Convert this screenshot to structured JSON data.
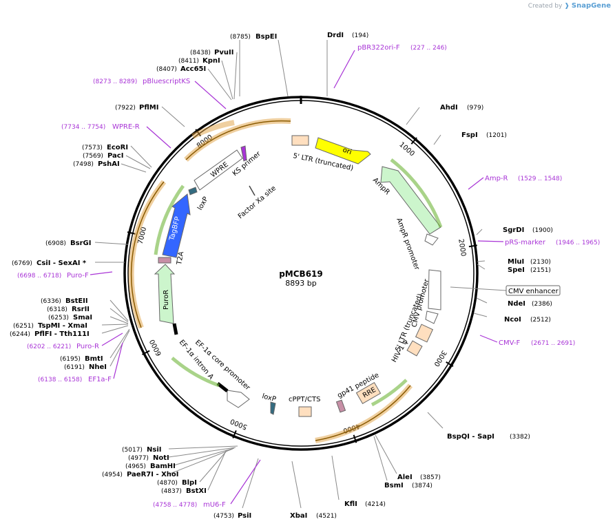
{
  "brand": {
    "created_by": "Created by",
    "name": "SnapGene"
  },
  "plasmid": {
    "name": "pMCB619",
    "length_label": "8893 bp",
    "length": 8893
  },
  "ticks": [
    "1000",
    "2000",
    "3000",
    "4000",
    "5000",
    "6000",
    "7000",
    "8000"
  ],
  "sites": [
    {
      "name": "BspEI",
      "pos": "(8785)",
      "side": "left"
    },
    {
      "name": "PvuII",
      "pos": "(8438)",
      "side": "left"
    },
    {
      "name": "KpnI",
      "pos": "(8411)",
      "side": "left"
    },
    {
      "name": "Acc65I",
      "pos": "(8407)",
      "side": "left"
    },
    {
      "name": "PflMI",
      "pos": "(7922)",
      "side": "left"
    },
    {
      "name": "EcoRI",
      "pos": "(7573)",
      "side": "left"
    },
    {
      "name": "PacI",
      "pos": "(7569)",
      "side": "left"
    },
    {
      "name": "PshAI",
      "pos": "(7498)",
      "side": "left"
    },
    {
      "name": "BsrGI",
      "pos": "(6908)",
      "side": "left"
    },
    {
      "name": "CsiI  - SexAI *",
      "pos": "(6769)",
      "side": "left"
    },
    {
      "name": "BstEII",
      "pos": "(6336)",
      "side": "left"
    },
    {
      "name": "RsrII",
      "pos": "(6318)",
      "side": "left"
    },
    {
      "name": "SmaI",
      "pos": "(6253)",
      "side": "left"
    },
    {
      "name": "TspMI  - XmaI",
      "pos": "(6251)",
      "side": "left"
    },
    {
      "name": "PflFI  - Tth111I",
      "pos": "(6244)",
      "side": "left"
    },
    {
      "name": "BmtI",
      "pos": "(6195)",
      "side": "left"
    },
    {
      "name": "NheI",
      "pos": "(6191)",
      "side": "left"
    },
    {
      "name": "NsiI",
      "pos": "(5017)",
      "side": "left"
    },
    {
      "name": "NotI",
      "pos": "(4977)",
      "side": "left"
    },
    {
      "name": "BamHI",
      "pos": "(4965)",
      "side": "left"
    },
    {
      "name": "PaeR7I  - XhoI",
      "pos": "(4954)",
      "side": "left"
    },
    {
      "name": "BlpI",
      "pos": "(4870)",
      "side": "left"
    },
    {
      "name": "BstXI",
      "pos": "(4837)",
      "side": "left"
    },
    {
      "name": "PsiI",
      "pos": "(4753)",
      "side": "left"
    },
    {
      "name": "XbaI",
      "pos": "(4521)",
      "side": "left"
    },
    {
      "name": "DrdI",
      "pos": "(194)",
      "side": "right"
    },
    {
      "name": "AhdI",
      "pos": "(979)",
      "side": "right"
    },
    {
      "name": "FspI",
      "pos": "(1201)",
      "side": "right"
    },
    {
      "name": "SgrDI",
      "pos": "(1900)",
      "side": "right"
    },
    {
      "name": "MluI",
      "pos": "(2130)",
      "side": "right"
    },
    {
      "name": "SpeI",
      "pos": "(2151)",
      "side": "right"
    },
    {
      "name": "NdeI",
      "pos": "(2386)",
      "side": "right"
    },
    {
      "name": "NcoI",
      "pos": "(2512)",
      "side": "right"
    },
    {
      "name": "BspQI  - SapI",
      "pos": "(3382)",
      "side": "right"
    },
    {
      "name": "AleI",
      "pos": "(3857)",
      "side": "right"
    },
    {
      "name": "BsmI",
      "pos": "(3874)",
      "side": "right"
    },
    {
      "name": "KflI",
      "pos": "(4214)",
      "side": "right"
    }
  ],
  "primers": [
    {
      "name": "pBR322ori-F",
      "range": "(227 .. 246)"
    },
    {
      "name": "pBluescriptKS",
      "range": "(8273 .. 8289)"
    },
    {
      "name": "WPRE-R",
      "range": "(7734 .. 7754)"
    },
    {
      "name": "Amp-R",
      "range": "(1529 .. 1548)"
    },
    {
      "name": "pRS-marker",
      "range": "(1946 .. 1965)"
    },
    {
      "name": "Puro-F",
      "range": "(6698 .. 6718)"
    },
    {
      "name": "Puro-R",
      "range": "(6202 .. 6221)"
    },
    {
      "name": "EF1a-F",
      "range": "(6138 .. 6158)"
    },
    {
      "name": "CMV-F",
      "range": "(2671 .. 2691)"
    },
    {
      "name": "mU6-F",
      "range": "(4758 .. 4778)"
    }
  ],
  "features": [
    {
      "name": "ori"
    },
    {
      "name": "5' LTR (truncated)"
    },
    {
      "name": "AmpR"
    },
    {
      "name": "AmpR promoter"
    },
    {
      "name": "CMV enhancer"
    },
    {
      "name": "CMV promoter"
    },
    {
      "name": "5' LTR (truncated)"
    },
    {
      "name": "HIV-1 ψ"
    },
    {
      "name": "RRE"
    },
    {
      "name": "gp41 peptide"
    },
    {
      "name": "cPPT/CTS"
    },
    {
      "name": "loxP"
    },
    {
      "name": "EF-1α core promoter"
    },
    {
      "name": "EF-1α intron A"
    },
    {
      "name": "PuroR"
    },
    {
      "name": "T2A"
    },
    {
      "name": "TagBFP"
    },
    {
      "name": "loxP"
    },
    {
      "name": "WPRE"
    },
    {
      "name": "KS primer"
    },
    {
      "name": "Factor Xa site"
    }
  ],
  "colors": {
    "backbone": "#000000",
    "primer": "#a833d6",
    "ori": "#ffff00",
    "amp": "#ccf5cc",
    "ltr": "#ffdfbf",
    "tagbfp": "#3366ff",
    "orf_orange": "#e0a040",
    "orf_green": "#6fb53a",
    "t2a": "#c78fa6",
    "loxp": "#336b80"
  }
}
